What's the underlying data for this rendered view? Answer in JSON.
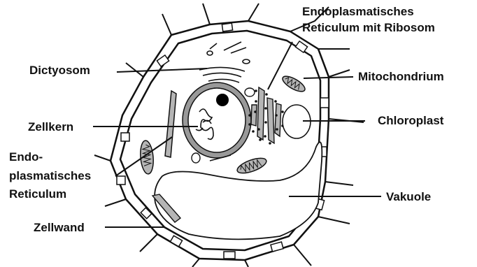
{
  "labels": {
    "endoplasmatisches_reticulum_mit_ribosom_line1": "Endoplasmatisches",
    "endoplasmatisches_reticulum_mit_ribosom_line2": "Reticulum mit Ribosom",
    "dictyosom": "Dictyosom",
    "mitochondrium": "Mitochondrium",
    "zellkern": "Zellkern",
    "chloroplast": "Chloroplast",
    "endoplasmatisches_reticulum_line1": "Endo-",
    "endoplasmatisches_reticulum_line2": "plasmatisches",
    "endoplasmatisches_reticulum_line3": "Reticulum",
    "vakuole": "Vakuole",
    "zellwand": "Zellwand"
  },
  "colors": {
    "ink": "#111111",
    "background": "#ffffff",
    "organelle_fill": "#b5b5b5",
    "nucleus_ring": "#999999"
  }
}
